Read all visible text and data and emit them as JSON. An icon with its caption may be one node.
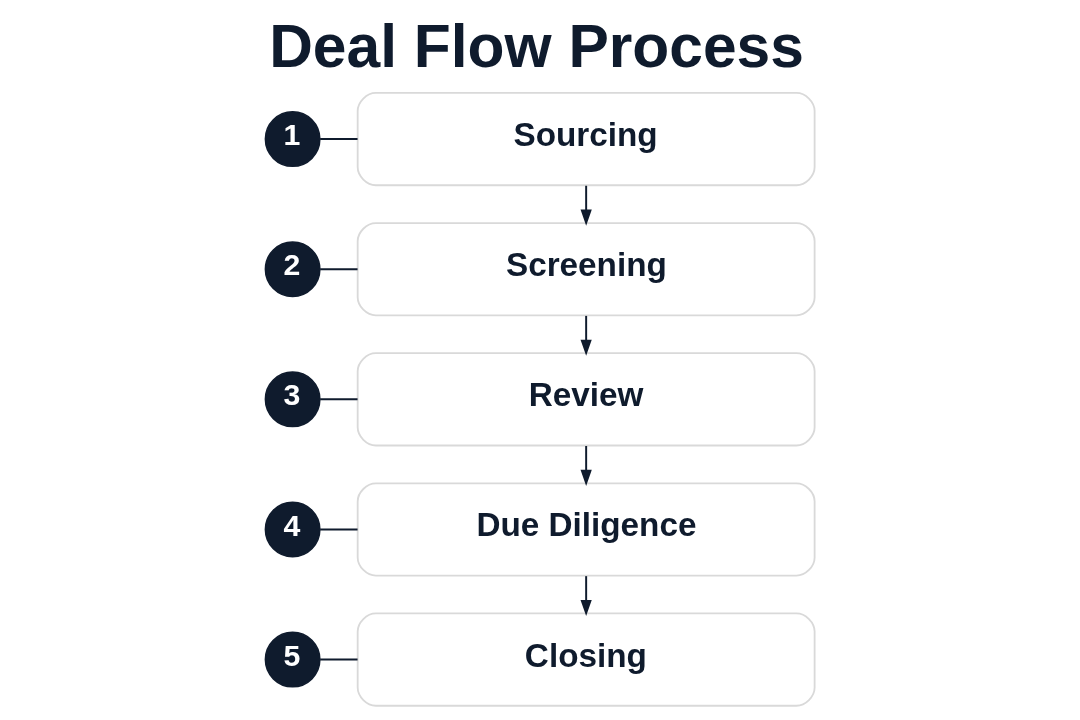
{
  "diagram": {
    "title": "Deal Flow Process",
    "nodes": [
      {
        "text": [
          "1"
        ]
      },
      {
        "text": [
          "Sourcing"
        ]
      },
      {
        "text": [
          "2"
        ]
      },
      {
        "text": [
          "Screening"
        ]
      },
      {
        "text": [
          "3"
        ]
      },
      {
        "text": [
          "Review"
        ]
      },
      {
        "text": [
          "4"
        ]
      },
      {
        "text": [
          "Due Diligence"
        ]
      },
      {
        "text": [
          "5"
        ]
      },
      {
        "text": [
          "Closing"
        ]
      }
    ],
    "edges": [
      {
        "from": 0,
        "to": 1,
        "arrow": "none"
      },
      {
        "from": 2,
        "to": 3,
        "arrow": "none"
      },
      {
        "from": 4,
        "to": 5,
        "arrow": "none"
      },
      {
        "from": 6,
        "to": 7,
        "arrow": "none"
      },
      {
        "from": 8,
        "to": 9,
        "arrow": "none"
      },
      {
        "from": 1,
        "to": 3,
        "arrow": "to"
      },
      {
        "from": 3,
        "to": 5,
        "arrow": "to"
      },
      {
        "from": 5,
        "to": 7,
        "arrow": "to"
      },
      {
        "from": 7,
        "to": 9,
        "arrow": "to"
      }
    ]
  }
}
